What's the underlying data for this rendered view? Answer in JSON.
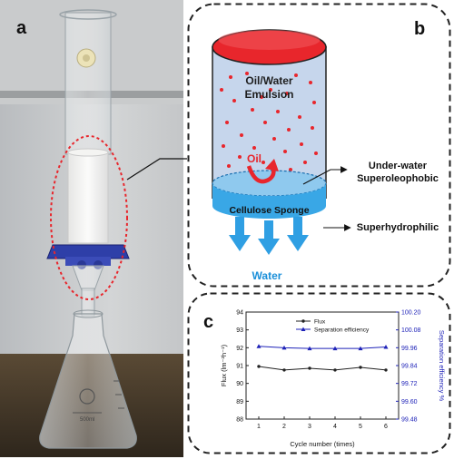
{
  "panels": {
    "a": {
      "letter": "a"
    },
    "b": {
      "letter": "b",
      "emulsion_label_line1": "Oil/Water",
      "emulsion_label_line2": "Emulsion",
      "oil_label": "Oil",
      "sponge_label": "Cellulose Sponge",
      "water_label": "Water",
      "callout_underwater_line1": "Under-water",
      "callout_underwater_line2": "Superoleophobic",
      "callout_superhydrophilic": "Superhydrophilic"
    },
    "c": {
      "letter": "c"
    }
  },
  "colors": {
    "oil_red": "#e8262c",
    "emulsion_blue": "#c6d6ec",
    "sponge_blue": "#39a7e6",
    "water_arrow_blue": "#2f9fe3",
    "water_text_blue": "#1a8fd9",
    "flux_series": "#222222",
    "efficiency_series": "#1e22b8"
  },
  "chart_data": {
    "type": "line",
    "x": [
      1,
      2,
      3,
      4,
      5,
      6
    ],
    "xlabel": "Cycle number (times)",
    "xlim": [
      0.5,
      6.5
    ],
    "xticks": [
      "1",
      "2",
      "3",
      "4",
      "5",
      "6"
    ],
    "ylabel_left": "Flux (lm⁻²h⁻¹)",
    "ylim_left": [
      88,
      94
    ],
    "yticks_left": [
      "88",
      "89",
      "90",
      "91",
      "92",
      "93",
      "94"
    ],
    "ylabel_right": "Separation efficiency %",
    "ylim_right": [
      99.48,
      100.2
    ],
    "yticks_right": [
      "99.48",
      "99.60",
      "99.72",
      "99.84",
      "99.96",
      "100.08",
      "100.20"
    ],
    "legend_position": "top-center",
    "series": [
      {
        "name": "Flux",
        "axis": "left",
        "marker": "star",
        "color": "#222222",
        "values": [
          90.95,
          90.75,
          90.85,
          90.75,
          90.9,
          90.75
        ]
      },
      {
        "name": "Separation efficiency",
        "axis": "right",
        "marker": "triangle",
        "color": "#1e22b8",
        "values": [
          99.97,
          99.96,
          99.955,
          99.955,
          99.955,
          99.965
        ]
      }
    ]
  }
}
